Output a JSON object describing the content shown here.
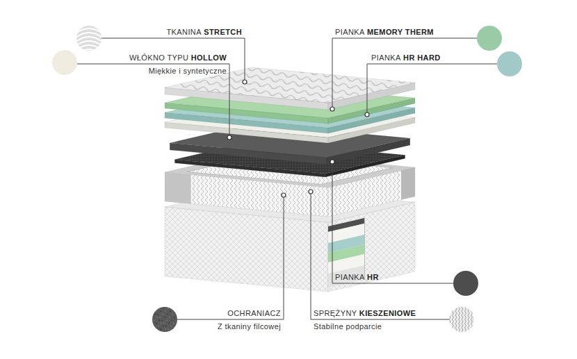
{
  "diagram": {
    "labels": [
      "TKANINA",
      "STRETCH",
      "WŁÓKNO TYPU",
      "HOLLOW",
      "Miękkie i syntetyczne",
      "PIANKA",
      "MEMORY THERM",
      "PIANKA",
      "HR HARD",
      "PIANKA",
      "HR",
      "OCHRANIACZ",
      "Z tkaniny filcowej",
      "SPRĘŻYNY",
      "KIESZENIOWE",
      "Stabilne podparcie"
    ]
  }
}
